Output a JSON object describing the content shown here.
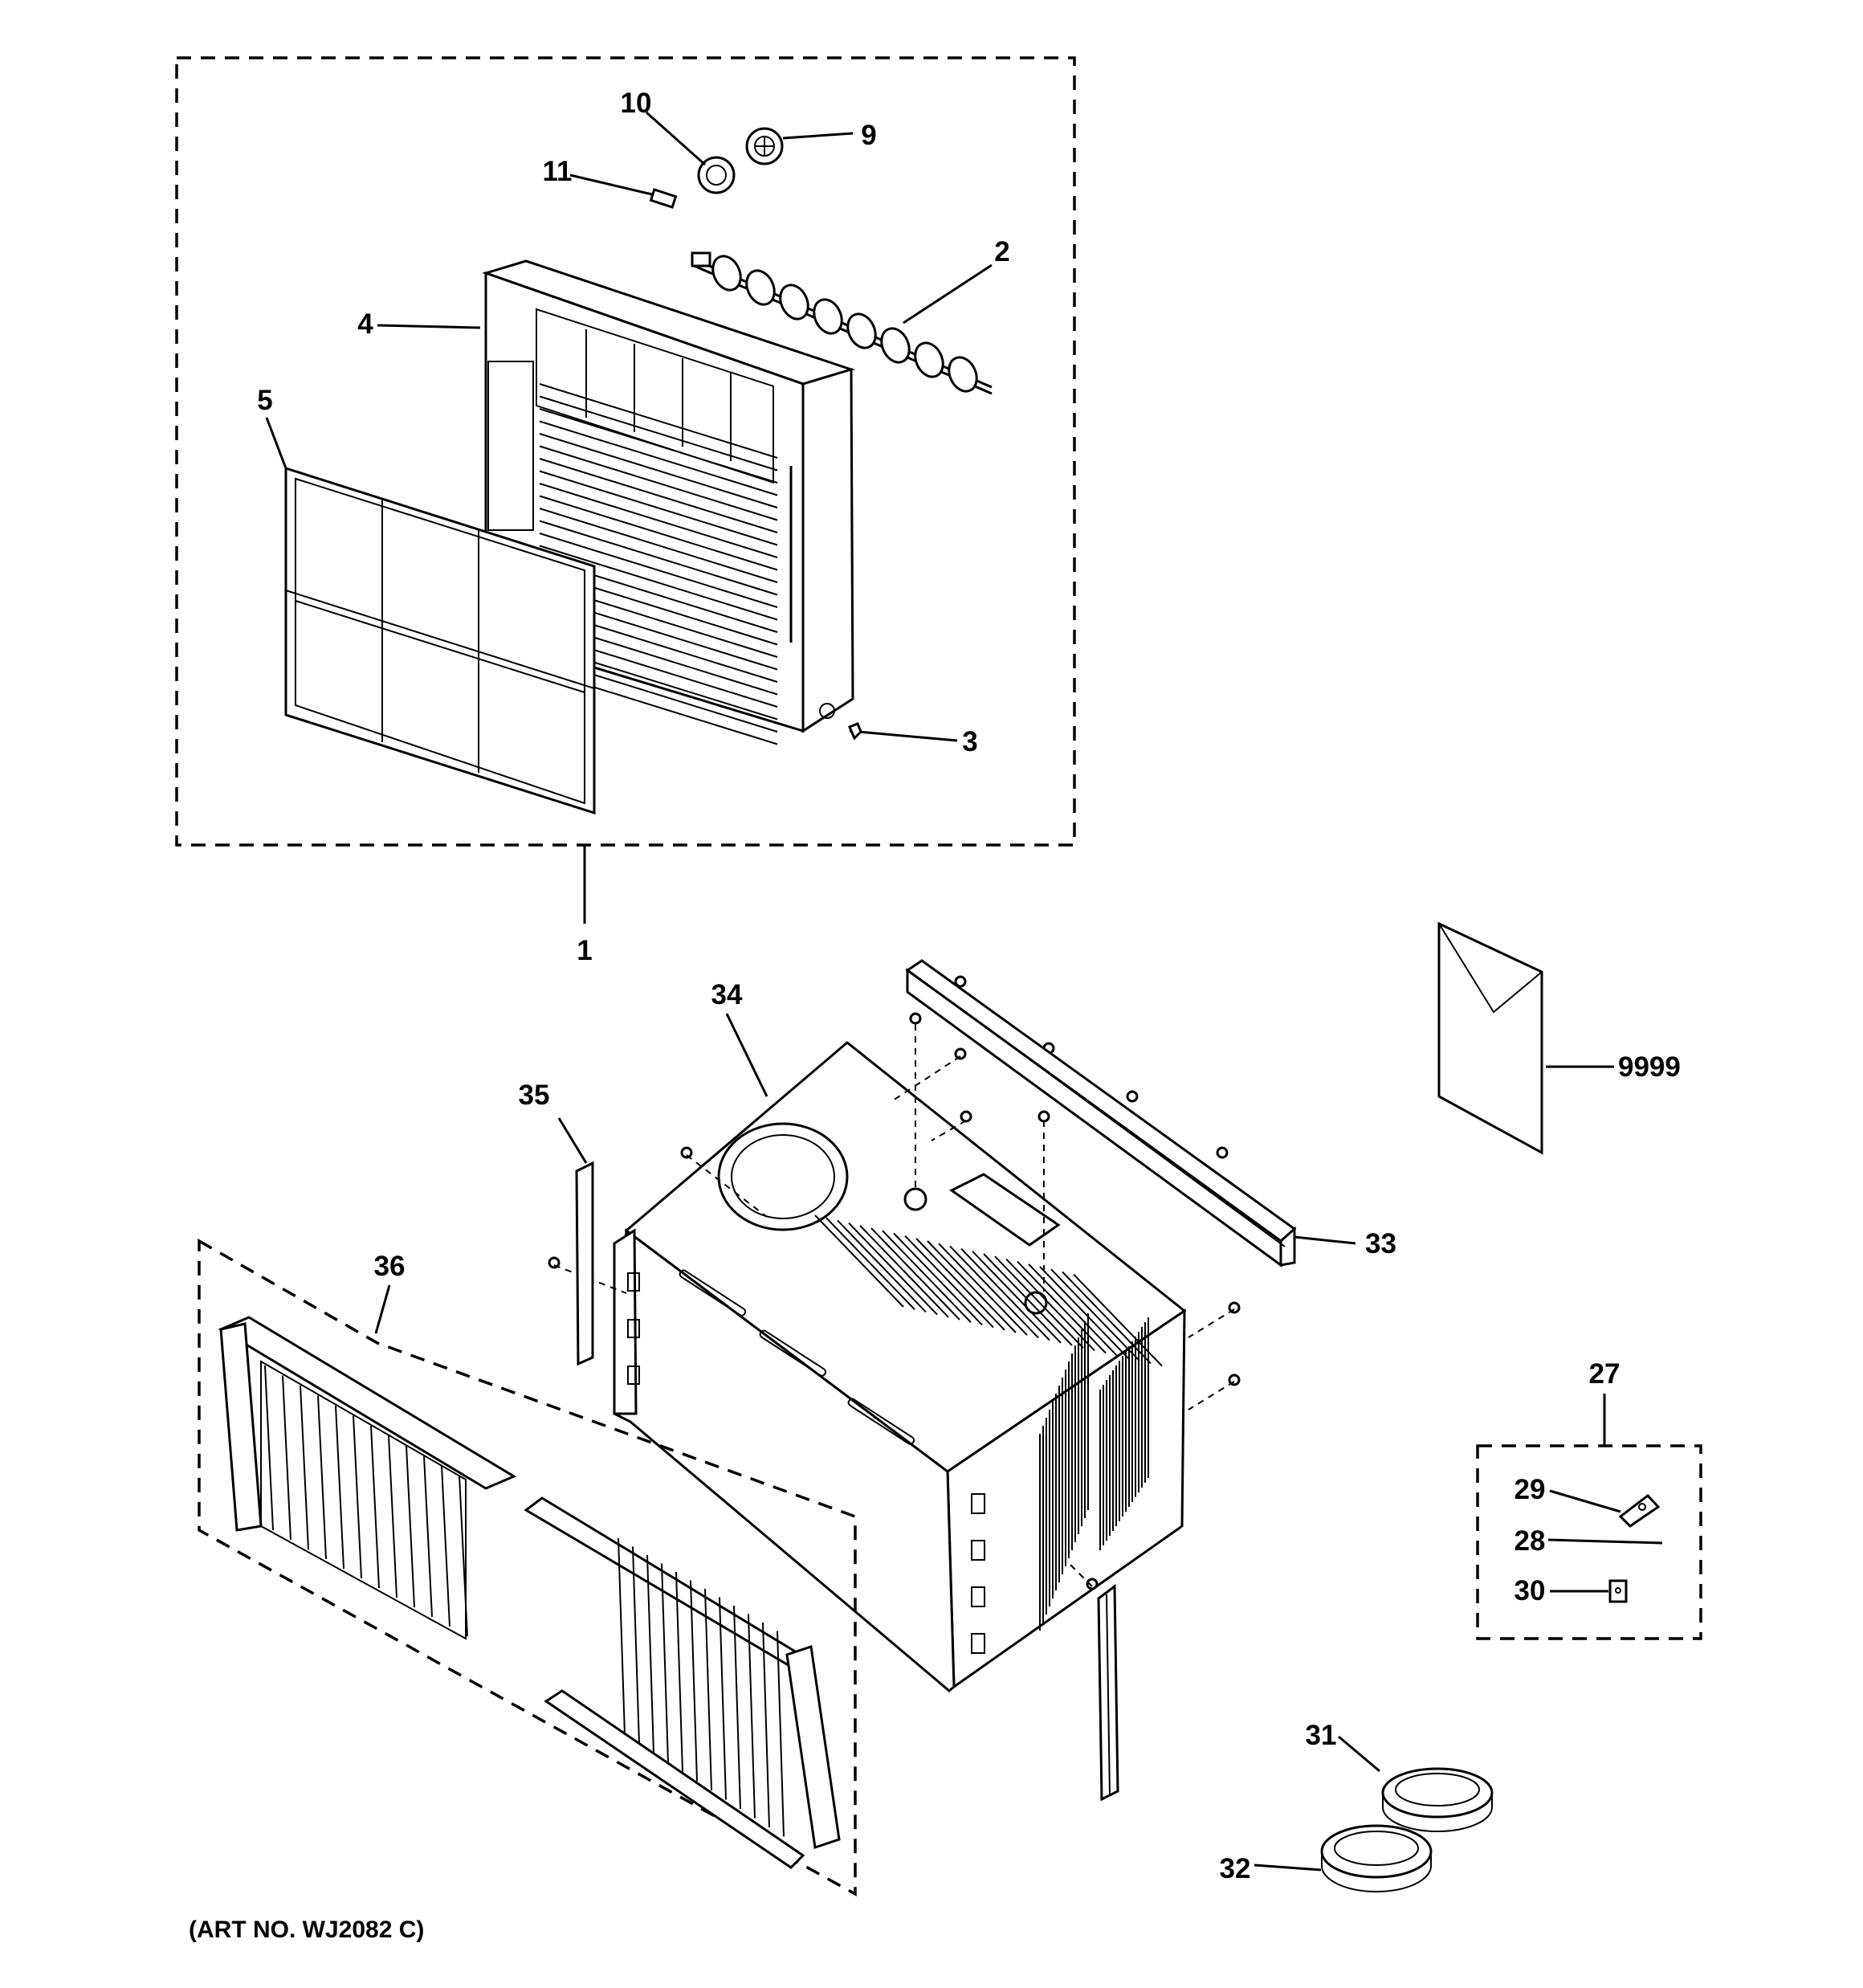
{
  "diagram": {
    "art_number": "(ART NO. WJ2082 C)",
    "callouts": {
      "c1": "1",
      "c2": "2",
      "c3": "3",
      "c4": "4",
      "c5": "5",
      "c9": "9",
      "c10": "10",
      "c11": "11",
      "c27": "27",
      "c28": "28",
      "c29": "29",
      "c30": "30",
      "c31": "31",
      "c32": "32",
      "c33": "33",
      "c34": "34",
      "c35": "35",
      "c36": "36",
      "c9999": "9999"
    }
  }
}
